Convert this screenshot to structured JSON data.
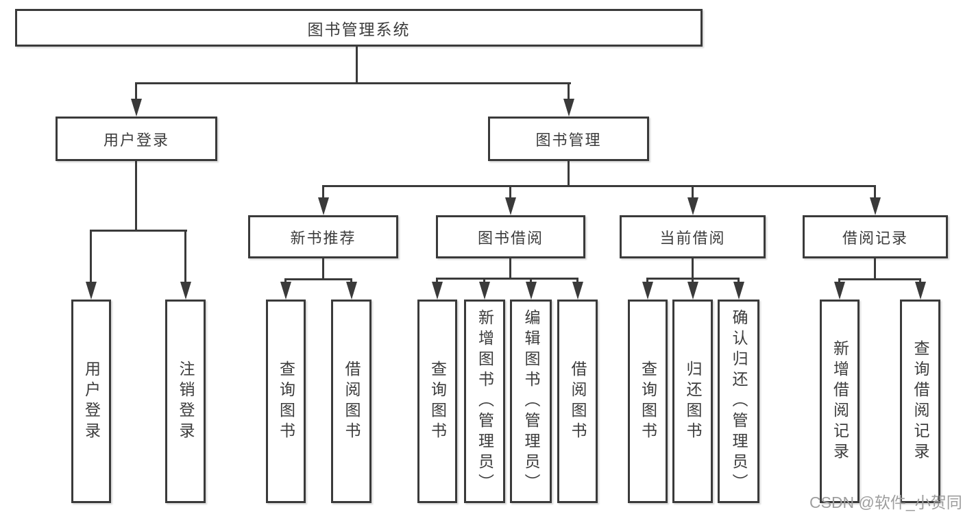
{
  "diagram_title": "图书管理系统",
  "watermark": "CSDN @软件_小贺同学",
  "colors": {
    "line": "#3a3a3a",
    "text": "#3c3c3c",
    "watermark": "#9e9e9e",
    "box_fill": "#ffffff"
  },
  "nodes": {
    "root": {
      "label": "图书管理系统"
    },
    "user_login": {
      "label": "用户登录"
    },
    "book_management": {
      "label": "图书管理"
    },
    "leaf_user_login": {
      "label": "用户登录"
    },
    "leaf_logout": {
      "label": "注销登录"
    },
    "new_book_recommend": {
      "label": "新书推荐"
    },
    "book_borrow": {
      "label": "图书借阅"
    },
    "current_borrow": {
      "label": "当前借阅"
    },
    "borrow_record": {
      "label": "借阅记录"
    },
    "nbr_query_books": {
      "label": "查询图书"
    },
    "nbr_borrow_books": {
      "label": "借阅图书"
    },
    "bb_query_books": {
      "label": "查询图书"
    },
    "bb_add_books": {
      "label": "新增图书（管理员）"
    },
    "bb_edit_books": {
      "label": "编辑图书（管理员）"
    },
    "bb_borrow_books": {
      "label": "借阅图书"
    },
    "cb_query_books": {
      "label": "查询图书"
    },
    "cb_return_books": {
      "label": "归还图书"
    },
    "cb_confirm_return": {
      "label": "确认归还（管理员）"
    },
    "br_add_record": {
      "label": "新增借阅记录"
    },
    "br_query_record": {
      "label": "查询借阅记录"
    }
  },
  "hierarchy": {
    "图书管理系统": {
      "用户登录": [
        "用户登录",
        "注销登录"
      ],
      "图书管理": {
        "新书推荐": [
          "查询图书",
          "借阅图书"
        ],
        "图书借阅": [
          "查询图书",
          "新增图书（管理员）",
          "编辑图书（管理员）",
          "借阅图书"
        ],
        "当前借阅": [
          "查询图书",
          "归还图书",
          "确认归还（管理员）"
        ],
        "借阅记录": [
          "新增借阅记录",
          "查询借阅记录"
        ]
      }
    }
  }
}
